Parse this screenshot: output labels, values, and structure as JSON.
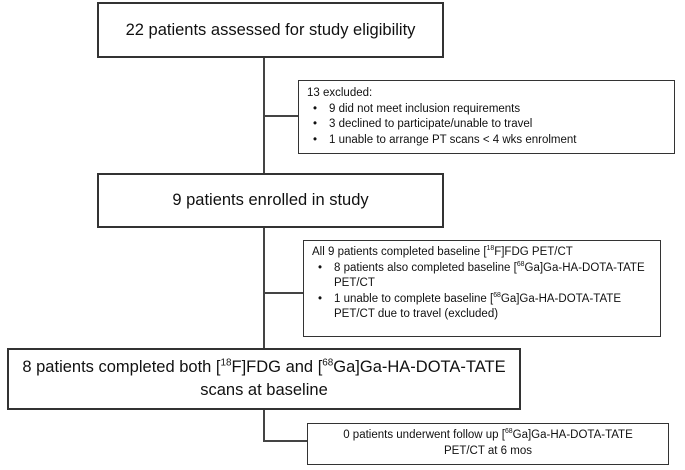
{
  "flowchart": {
    "box1": "22 patients assessed for study eligibility",
    "excluded": {
      "title": "13 excluded:",
      "items": [
        "9 did not meet inclusion requirements",
        "3 declined to participate/unable to travel",
        "1 unable to arrange PT scans < 4 wks enrolment"
      ]
    },
    "box2": "9 patients enrolled in study",
    "baseline": {
      "title_a": "All 9 patients completed baseline [",
      "title_sup": "18",
      "title_b": "F]FDG PET/CT",
      "item1_a": "8 patients also completed baseline [",
      "item1_sup": "68",
      "item1_b": "Ga]Ga-HA-DOTA-TATE PET/CT",
      "item2_a": "1 unable to complete baseline [",
      "item2_sup": "68",
      "item2_b": "Ga]Ga-HA-DOTA-TATE PET/CT due to travel (excluded)"
    },
    "box3": {
      "a": "8 patients completed both [",
      "sup1": "18",
      "b": "F]FDG and [",
      "sup2": "68",
      "c": "Ga]Ga-HA-DOTA-TATE  scans at baseline"
    },
    "followup": {
      "a": "0 patients underwent follow up [",
      "sup": "68",
      "b": "Ga]Ga-HA-DOTA-TATE PET/CT at 6 mos"
    }
  }
}
